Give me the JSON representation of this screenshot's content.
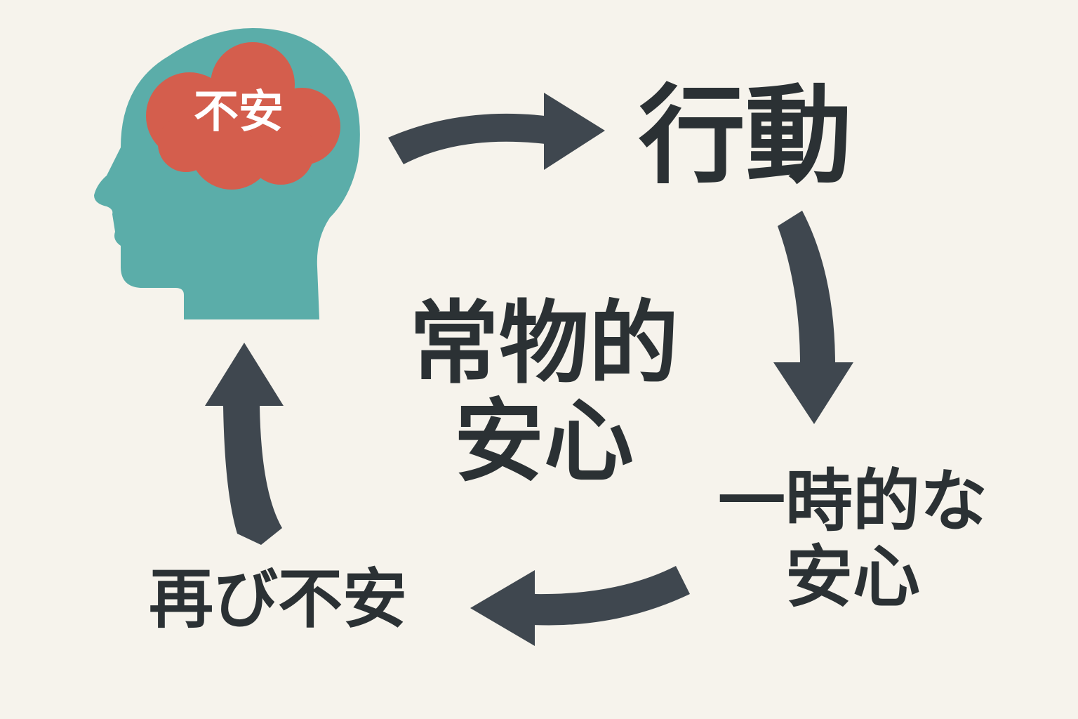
{
  "head": {
    "cloud_text": "不安",
    "colors": {
      "head": "#5bada9",
      "cloud": "#d45e4d",
      "cloud_text": "#ffffff"
    }
  },
  "nodes": {
    "action": "行動",
    "temporary_relief": [
      "一時的な",
      "安心"
    ],
    "anxiety_again": "再び不安"
  },
  "center": [
    "常物的",
    "安心"
  ],
  "arrows": {
    "color": "#3f474f",
    "directions": [
      "head-to-action",
      "action-to-temporary-relief",
      "temporary-relief-to-anxiety-again",
      "anxiety-again-to-head"
    ]
  },
  "colors": {
    "background": "#f6f3ec",
    "text": "#2b3134"
  }
}
